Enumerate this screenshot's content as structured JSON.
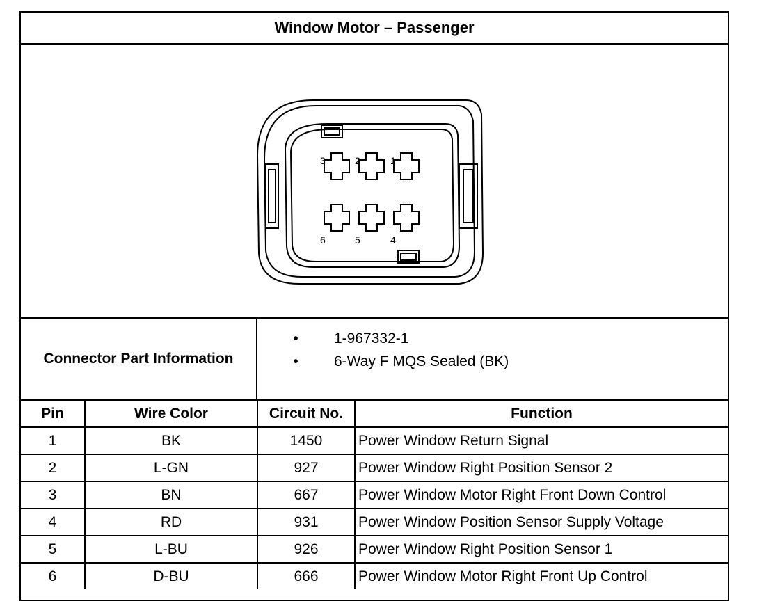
{
  "title": "Window Motor – Passenger",
  "connector_diagram": {
    "pin_numbers": [
      "3",
      "2",
      "1",
      "6",
      "5",
      "4"
    ]
  },
  "part_info": {
    "label": "Connector Part Information",
    "bullet_glyph": "•",
    "items": [
      "1-967332-1",
      "6-Way F MQS Sealed (BK)"
    ]
  },
  "table": {
    "headers": [
      "Pin",
      "Wire Color",
      "Circuit No.",
      "Function"
    ],
    "rows": [
      {
        "pin": "1",
        "wire_color": "BK",
        "circuit": "1450",
        "function": "Power Window Return Signal"
      },
      {
        "pin": "2",
        "wire_color": "L-GN",
        "circuit": "927",
        "function": "Power Window Right Position Sensor 2"
      },
      {
        "pin": "3",
        "wire_color": "BN",
        "circuit": "667",
        "function": "Power Window Motor Right Front Down Control"
      },
      {
        "pin": "4",
        "wire_color": "RD",
        "circuit": "931",
        "function": "Power Window Position Sensor Supply Voltage"
      },
      {
        "pin": "5",
        "wire_color": "L-BU",
        "circuit": "926",
        "function": "Power Window Right Position Sensor 1"
      },
      {
        "pin": "6",
        "wire_color": "D-BU",
        "circuit": "666",
        "function": "Power Window Motor Right Front Up Control"
      }
    ]
  }
}
